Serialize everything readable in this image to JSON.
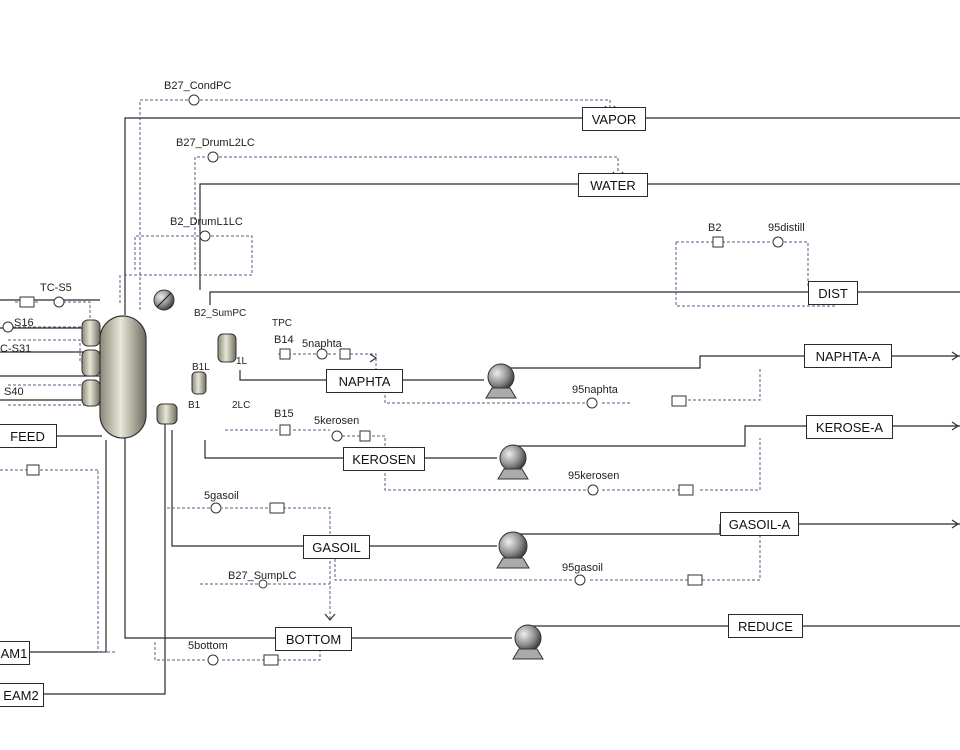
{
  "streams": {
    "vapor": "VAPOR",
    "water": "WATER",
    "dist": "DIST",
    "naphta": "NAPHTA",
    "naphta_a": "NAPHTA-A",
    "kerosen": "KEROSEN",
    "kerose_a": "KEROSE-A",
    "gasoil": "GASOIL",
    "gasoil_a": "GASOIL-A",
    "bottom": "BOTTOM",
    "reduce": "REDUCE",
    "feed": "FEED",
    "steam1": "AM1",
    "steam2": "EAM2"
  },
  "controllers": {
    "cond_pc": "B27_CondPC",
    "drum_l2lc": "B27_DrumL2LC",
    "drum_l1lc": "B2_DrumL1LC",
    "tc_s5": "TC-S5",
    "s16": "S16",
    "c_s31": "C-S31",
    "s40": "S40",
    "b14": "B14",
    "b15": "B15",
    "b2": "B2",
    "distill_95": "95distill",
    "naphta_95": "95naphta",
    "kerosen_95": "95kerosen",
    "gasoil_95": "95gasoil",
    "gasoil_5": "5gasoil",
    "naphta_5": "5naphta",
    "kerosen_5": "5kerosen",
    "sump_lc": "B27_SumpLC",
    "bottom_5": "5bottom",
    "sump_pc": "B2_SumPC",
    "tpc": "TPC",
    "b1": "B1",
    "l2lc": "2LC",
    "s1l": "1L",
    "b1l": "B1L"
  },
  "colors": {
    "line": "#2a2a2a",
    "signal": "#5a5a8a",
    "equipment": "#c9c7b6"
  }
}
